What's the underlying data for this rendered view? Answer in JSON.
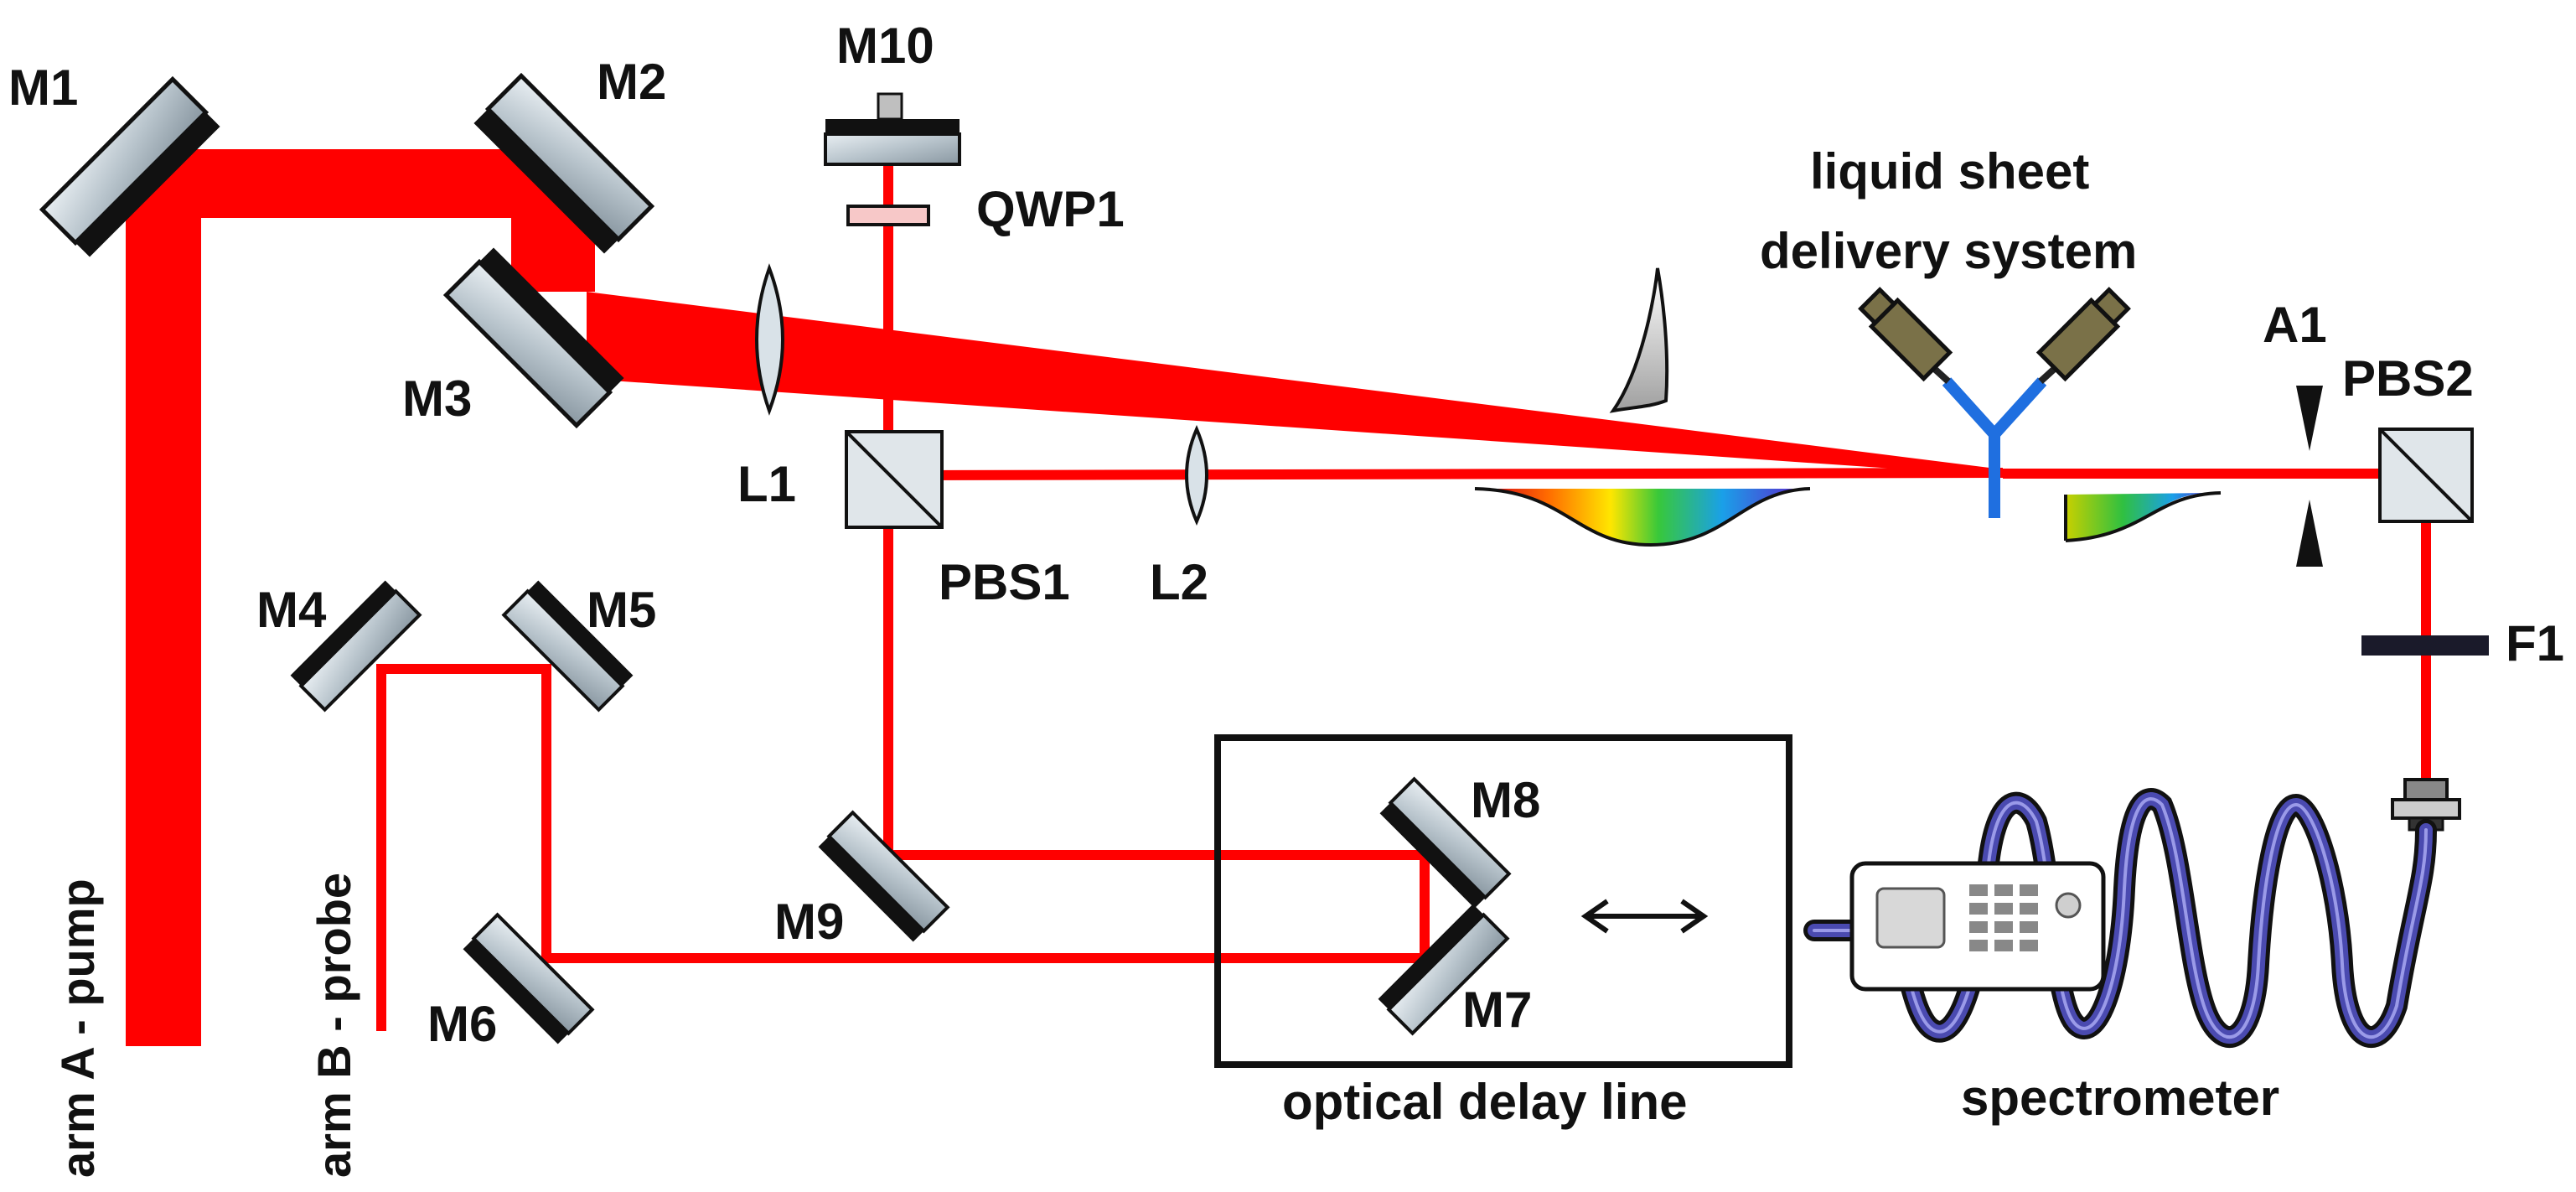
{
  "colors": {
    "beam": "#ff0000",
    "mirror_face": "#c9d2d8",
    "mirror_back": "#111111",
    "outline": "#111111",
    "nozzle": "#1f6fe0",
    "nozzle_body": "#7a7148",
    "fiber": "#2a2a6a",
    "filter": "#1a1a2a"
  },
  "labels": {
    "m1": "M1",
    "m2": "M2",
    "m3": "M3",
    "m4": "M4",
    "m5": "M5",
    "m6": "M6",
    "m7": "M7",
    "m8": "M8",
    "m9": "M9",
    "m10": "M10",
    "qwp1": "QWP1",
    "l1": "L1",
    "l2": "L2",
    "pbs1": "PBS1",
    "pbs2": "PBS2",
    "a1": "A1",
    "f1": "F1",
    "liquid_sheet_line1": "liquid sheet",
    "liquid_sheet_line2": "delivery system",
    "delay_line": "optical delay line",
    "spectrometer": "spectrometer",
    "arm_a": "arm A - pump",
    "arm_b": "arm B - probe"
  },
  "icons": {
    "mirror": "mirror-icon",
    "lens": "lens-icon",
    "beam_splitter": "beam-splitter-cube-icon",
    "waveplate": "waveplate-icon",
    "aperture": "aperture-icon",
    "filter": "filter-icon",
    "nozzle": "liquid-sheet-nozzle-icon",
    "spectrometer": "spectrometer-device-icon",
    "fiber": "optical-fiber-coil-icon",
    "translation": "double-arrow-icon"
  }
}
